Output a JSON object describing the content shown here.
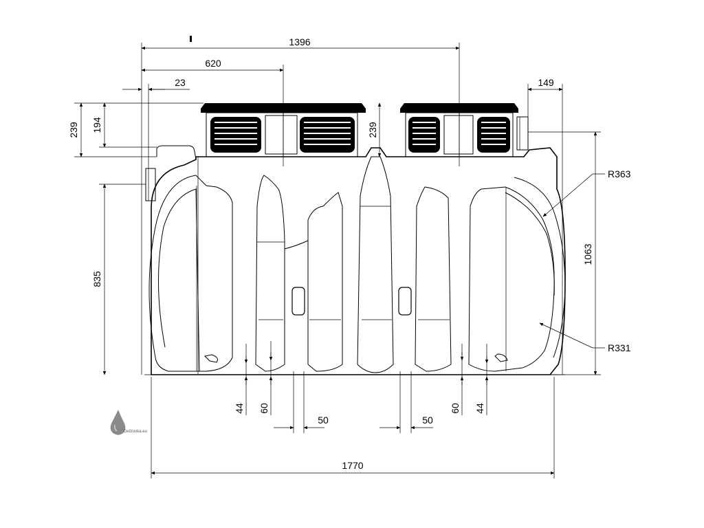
{
  "dimensions": {
    "total_length": "1770",
    "manhole_spacing": "1396",
    "offset_to_left_manhole": "620",
    "inlet_offset": "23",
    "outlet_offset": "149",
    "lid_height_left": "239",
    "inlet_height_drop": "194",
    "lid_height_center": "239",
    "inlet_axis_height": "835",
    "total_height": "1063",
    "radius_upper": "R363",
    "radius_lower": "R331",
    "foot_44_left": "44",
    "foot_60_left": "60",
    "foot_60_right": "60",
    "foot_44_right": "44",
    "width_50_left": "50",
    "width_50_right": "50"
  },
  "logo": {
    "text": "Dešťovka.eu"
  },
  "colors": {
    "line": "#000000",
    "background": "#ffffff",
    "logo_drop": "#8a8a8a"
  }
}
